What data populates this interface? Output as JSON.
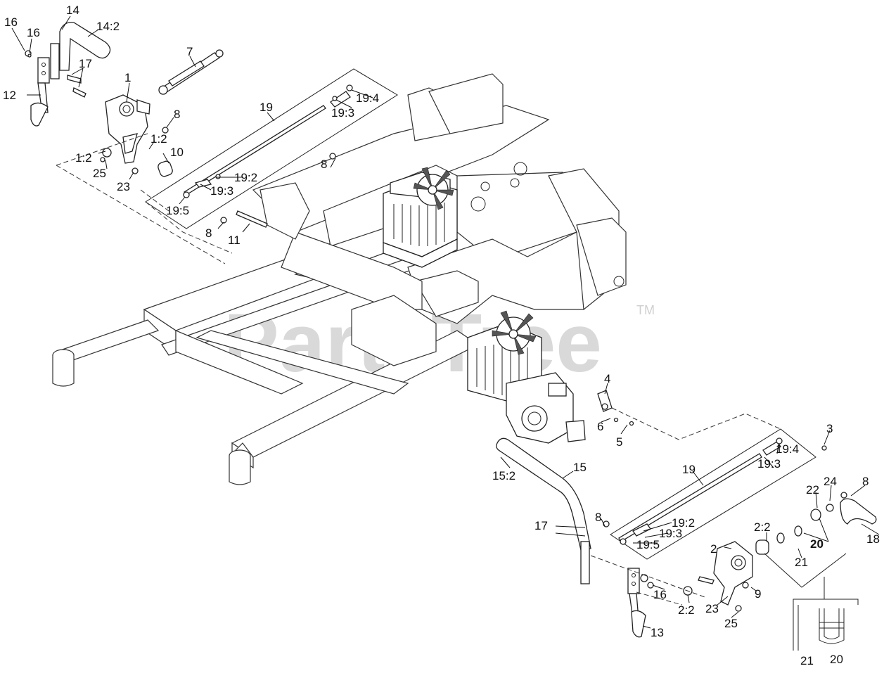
{
  "watermark": {
    "brand": "PartsTree",
    "trademark": "TM"
  },
  "callouts": {
    "c_16a": "16",
    "c_16b": "16",
    "c_14": "14",
    "c_14_2": "14:2",
    "c_17a": "17",
    "c_12": "12",
    "c_7": "7",
    "c_1": "1",
    "c_8a": "8",
    "c_1_2a": "1:2",
    "c_10": "10",
    "c_1_2b": "1:2",
    "c_25a": "25",
    "c_23a": "23",
    "c_19a": "19",
    "c_19_4a": "19:4",
    "c_19_3a": "19:3",
    "c_8b": "8",
    "c_19_2a": "19:2",
    "c_19_3b": "19:3",
    "c_19_5a": "19:5",
    "c_8c": "8",
    "c_11": "11",
    "c_4": "4",
    "c_6": "6",
    "c_5": "5",
    "c_3": "3",
    "c_19_4b": "19:4",
    "c_19_3c": "19:3",
    "c_15_2": "15:2",
    "c_15": "15",
    "c_19b": "19",
    "c_22": "22",
    "c_24": "24",
    "c_8d": "8",
    "c_18": "18",
    "c_8e": "8",
    "c_17b": "17",
    "c_19_2b": "19:2",
    "c_19_3d": "19:3",
    "c_19_5b": "19:5",
    "c_2_2a": "2:2",
    "c_2": "2",
    "c_20a": "20",
    "c_21a": "21",
    "c_16c": "16",
    "c_9": "9",
    "c_2_2b": "2:2",
    "c_23b": "23",
    "c_25b": "25",
    "c_13": "13",
    "c_21b": "21",
    "c_20b": "20"
  }
}
